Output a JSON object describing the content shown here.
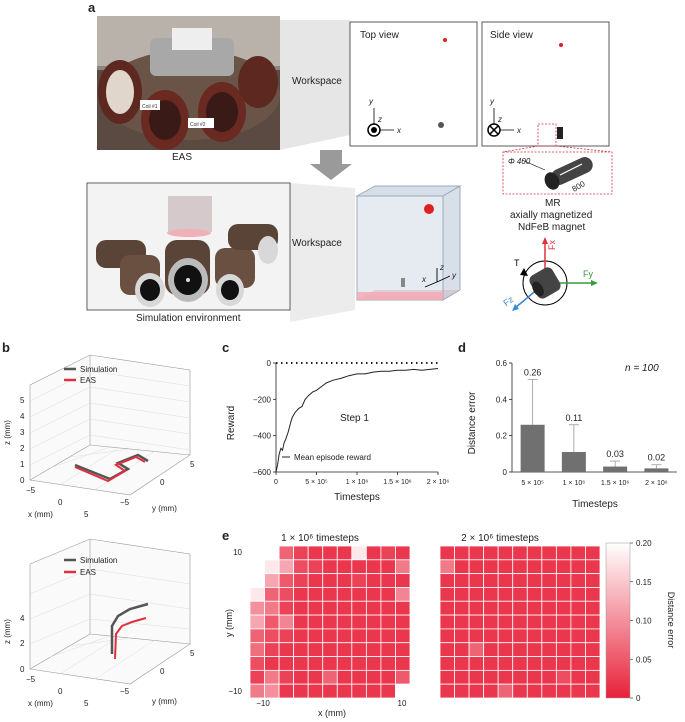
{
  "panel_letters": {
    "a": "a",
    "b": "b",
    "c": "c",
    "d": "d",
    "e": "e"
  },
  "panel_a": {
    "eas_label": "EAS",
    "workspace_label_top": "Workspace",
    "workspace_label_bottom": "Workspace",
    "simulation_env_label": "Simulation environment",
    "top_view_title": "Top view",
    "side_view_title": "Side view",
    "top_view_axes": {
      "y": "y",
      "z": "z",
      "x": "x"
    },
    "side_view_axes": {
      "y": "y",
      "z": "z",
      "x": "x"
    },
    "coil_labels": [
      "Coil #1",
      "Coil #2"
    ],
    "magnet_dim_diameter": "Φ 400",
    "magnet_dim_length": "800",
    "magnet_caption_1": "MR",
    "magnet_caption_2": "axially magnetized",
    "magnet_caption_3": "NdFeB magnet",
    "workspace_axes": {
      "z": "z",
      "y": "y",
      "x": "x"
    },
    "force_labels": {
      "fx": "Fx",
      "fy": "Fy",
      "fz": "Fz",
      "t": "T"
    },
    "colors": {
      "target_red": "#e02020",
      "magnet_dark": "#555555",
      "force_red": "#e0303a",
      "force_green": "#3a9a3a",
      "force_blue": "#3a8ad0",
      "workspace_pink": "#f4c0c8",
      "dashed_red": "#d03040"
    }
  },
  "panel_b": {
    "top": {
      "legend": [
        "Simulation",
        "EAS"
      ],
      "z_label": "z (mm)",
      "x_label": "x (mm)",
      "y_label": "y (mm)",
      "z_ticks": [
        "0",
        "1",
        "2",
        "3",
        "4",
        "5"
      ],
      "x_ticks": [
        "−5",
        "0",
        "5"
      ],
      "y_ticks": [
        "−5",
        "0",
        "5"
      ]
    },
    "bottom": {
      "legend": [
        "Simulation",
        "EAS"
      ],
      "z_label": "z (mm)",
      "x_label": "x (mm)",
      "y_label": "y (mm)",
      "z_ticks": [
        "0",
        "2",
        "4"
      ],
      "x_ticks": [
        "−5",
        "0",
        "5"
      ],
      "y_ticks": [
        "−5",
        "0",
        "5"
      ]
    },
    "colors": {
      "simulation": "#555555",
      "eas": "#e03040"
    }
  },
  "chart_data": [
    {
      "type": "line",
      "panel": "c",
      "xlabel": "Timesteps",
      "ylabel": "Reward",
      "xlim": [
        0,
        2000000
      ],
      "ylim": [
        -600,
        0
      ],
      "x_ticks": [
        "0",
        "5 × 10⁵",
        "1 × 10⁶",
        "1.5 × 10⁶",
        "2 × 10⁶"
      ],
      "y_ticks": [
        "0",
        "−200",
        "−400",
        "−600"
      ],
      "annotation": "Step 1",
      "legend": [
        "Mean episode reward"
      ],
      "series": [
        {
          "name": "Mean episode reward",
          "x": [
            0,
            20000,
            40000,
            60000,
            80000,
            100000,
            120000,
            150000,
            180000,
            200000,
            240000,
            280000,
            320000,
            360000,
            400000,
            450000,
            500000,
            560000,
            620000,
            700000,
            800000,
            900000,
            1000000,
            1100000,
            1200000,
            1300000,
            1400000,
            1500000,
            1600000,
            1700000,
            1800000,
            1900000,
            2000000
          ],
          "y": [
            -600,
            -560,
            -500,
            -470,
            -480,
            -440,
            -420,
            -380,
            -330,
            -300,
            -270,
            -250,
            -240,
            -200,
            -180,
            -160,
            -150,
            -130,
            -110,
            -95,
            -85,
            -70,
            -60,
            -60,
            -50,
            -45,
            -45,
            -40,
            -40,
            -35,
            -40,
            -35,
            -30
          ]
        }
      ],
      "reference_line": 0
    },
    {
      "type": "bar",
      "panel": "d",
      "xlabel": "Timesteps",
      "ylabel": "Distance error",
      "categories": [
        "5 × 10⁵",
        "1 × 10⁶",
        "1.5 × 10⁶",
        "2 × 10⁶"
      ],
      "values": [
        0.26,
        0.11,
        0.03,
        0.02
      ],
      "value_labels": [
        "0.26",
        "0.11",
        "0.03",
        "0.02"
      ],
      "errors": [
        0.25,
        0.15,
        0.03,
        0.02
      ],
      "ylim": [
        0,
        0.6
      ],
      "y_ticks": [
        "0",
        "0.2",
        "0.4",
        "0.6"
      ],
      "annotation": "n = 100",
      "bar_color": "#707070"
    },
    {
      "type": "heatmap",
      "panel": "e",
      "title": "1 × 10⁶ timesteps",
      "xlabel": "x (mm)",
      "ylabel": "y (mm)",
      "x_ticks": [
        "−10",
        "10"
      ],
      "y_ticks": [
        "10",
        "−10"
      ],
      "rows": 11,
      "cols": 11,
      "values": [
        [
          0.2,
          0.2,
          0.06,
          0.03,
          0.02,
          0.02,
          0.02,
          0.18,
          0.02,
          0.03,
          0.02
        ],
        [
          0.2,
          0.18,
          0.12,
          0.04,
          0.03,
          0.02,
          0.02,
          0.02,
          0.02,
          0.02,
          0.08
        ],
        [
          0.2,
          0.12,
          0.05,
          0.03,
          0.02,
          0.02,
          0.02,
          0.03,
          0.02,
          0.02,
          0.02
        ],
        [
          0.18,
          0.06,
          0.04,
          0.02,
          0.02,
          0.02,
          0.02,
          0.02,
          0.02,
          0.02,
          0.09
        ],
        [
          0.1,
          0.08,
          0.03,
          0.02,
          0.02,
          0.02,
          0.02,
          0.02,
          0.02,
          0.02,
          0.02
        ],
        [
          0.12,
          0.05,
          0.09,
          0.02,
          0.02,
          0.02,
          0.02,
          0.02,
          0.02,
          0.02,
          0.02
        ],
        [
          0.06,
          0.04,
          0.03,
          0.02,
          0.02,
          0.02,
          0.02,
          0.02,
          0.02,
          0.02,
          0.02
        ],
        [
          0.07,
          0.03,
          0.02,
          0.02,
          0.02,
          0.02,
          0.02,
          0.02,
          0.02,
          0.02,
          0.02
        ],
        [
          0.04,
          0.02,
          0.02,
          0.02,
          0.02,
          0.02,
          0.02,
          0.02,
          0.02,
          0.02,
          0.02
        ],
        [
          0.03,
          0.08,
          0.03,
          0.02,
          0.02,
          0.06,
          0.02,
          0.02,
          0.02,
          0.02,
          0.05
        ],
        [
          0.08,
          0.1,
          0.02,
          0.02,
          0.02,
          0.02,
          0.02,
          0.02,
          0.02,
          0.02,
          0.2
        ]
      ]
    },
    {
      "type": "heatmap",
      "panel": "e",
      "title": "2 × 10⁶ timesteps",
      "rows": 11,
      "cols": 11,
      "values": [
        [
          0.02,
          0.02,
          0.02,
          0.02,
          0.02,
          0.02,
          0.02,
          0.02,
          0.02,
          0.02,
          0.02
        ],
        [
          0.08,
          0.02,
          0.02,
          0.02,
          0.02,
          0.02,
          0.02,
          0.02,
          0.02,
          0.02,
          0.02
        ],
        [
          0.02,
          0.02,
          0.02,
          0.02,
          0.02,
          0.02,
          0.02,
          0.02,
          0.02,
          0.02,
          0.02
        ],
        [
          0.02,
          0.02,
          0.02,
          0.02,
          0.02,
          0.02,
          0.02,
          0.02,
          0.02,
          0.02,
          0.02
        ],
        [
          0.02,
          0.02,
          0.02,
          0.02,
          0.02,
          0.02,
          0.02,
          0.02,
          0.02,
          0.02,
          0.02
        ],
        [
          0.02,
          0.02,
          0.02,
          0.02,
          0.02,
          0.02,
          0.02,
          0.02,
          0.02,
          0.02,
          0.02
        ],
        [
          0.02,
          0.02,
          0.02,
          0.02,
          0.02,
          0.02,
          0.02,
          0.02,
          0.02,
          0.02,
          0.02
        ],
        [
          0.02,
          0.02,
          0.06,
          0.02,
          0.02,
          0.02,
          0.02,
          0.02,
          0.02,
          0.02,
          0.02
        ],
        [
          0.02,
          0.02,
          0.02,
          0.02,
          0.02,
          0.02,
          0.02,
          0.02,
          0.02,
          0.02,
          0.02
        ],
        [
          0.02,
          0.02,
          0.02,
          0.02,
          0.02,
          0.02,
          0.02,
          0.02,
          0.04,
          0.02,
          0.02
        ],
        [
          0.02,
          0.02,
          0.02,
          0.02,
          0.06,
          0.02,
          0.02,
          0.02,
          0.02,
          0.02,
          0.02
        ]
      ]
    }
  ],
  "colorbar": {
    "label": "Distance error",
    "ticks": [
      "0.20",
      "0.15",
      "0.10",
      "0.05",
      "0"
    ],
    "range": [
      0,
      0.2
    ],
    "color_low": "#e8213a",
    "color_high": "#ffffff"
  }
}
